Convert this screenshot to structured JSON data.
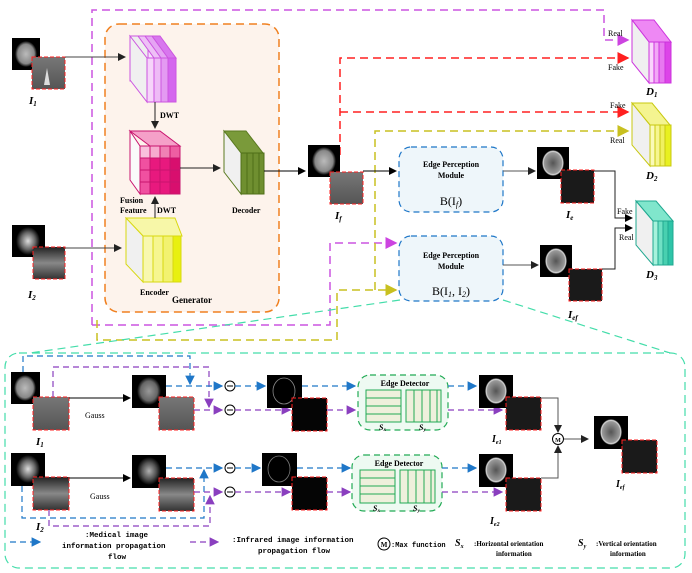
{
  "diagram": {
    "inputs": {
      "i1": {
        "label": "I",
        "sub": "1"
      },
      "i2": {
        "label": "I",
        "sub": "2"
      },
      "fused": {
        "label": "I",
        "sub": "f"
      },
      "ie": {
        "label": "I",
        "sub": "e"
      },
      "ief": {
        "label": "I",
        "sub": "ef"
      }
    },
    "generator": {
      "title": "Generator",
      "encoder": "Encoder",
      "decoder": "Decoder",
      "fusion_feature_line1": "Fusion",
      "fusion_feature_line2": "Feature",
      "dwt_top": "DWT",
      "dwt_bottom": "DWT"
    },
    "discriminators": [
      {
        "name": "D",
        "sub": "1",
        "in_top": "Real",
        "in_bottom": "Fake",
        "color": "#dd44e8"
      },
      {
        "name": "D",
        "sub": "2",
        "in_top": "Fake",
        "in_bottom": "Real",
        "color": "#e8f020"
      },
      {
        "name": "D",
        "sub": "3",
        "in_top": "Fake",
        "in_bottom": "Real",
        "color": "#2ec4a8"
      }
    ],
    "edge_modules": [
      {
        "title_line1": "Edge Perception",
        "title_line2": "Module",
        "formula": "B(I",
        "formula_sub": "f",
        "formula_end": ")"
      },
      {
        "title_line1": "Edge Perception",
        "title_line2": "Module",
        "formula": "B(I",
        "formula_sub": "1",
        "formula_mid": ", I",
        "formula_sub2": "2",
        "formula_end": ")"
      }
    ],
    "detail": {
      "gauss_label": "Gauss",
      "input1": {
        "label": "I",
        "sub": "1"
      },
      "input2": {
        "label": "I",
        "sub": "2"
      },
      "edge_detector": "Edge Detector",
      "sx": "S",
      "sx_sub": "x",
      "sy": "S",
      "sy_sub": "y",
      "ie1": {
        "label": "I",
        "sub": "e1"
      },
      "ie2": {
        "label": "I",
        "sub": "e2"
      },
      "ief": {
        "label": "I",
        "sub": "ef"
      },
      "max_symbol": "M"
    },
    "legend": {
      "medical_line1": ":Medical image",
      "medical_line2": "information propagation",
      "medical_line3": "flow",
      "infrared_line1": ":Infrared image information",
      "infrared_line2": "propagation flow",
      "max_symbol": "M",
      "max_text": ":Max  function",
      "sx_symbol": "S",
      "sx_sub": "x",
      "sx_text1": ":Horizontal orientation",
      "sx_text2": "information",
      "sy_symbol": "S",
      "sy_sub": "y",
      "sy_text1": ":Vertical orientation",
      "sy_text2": "information"
    },
    "colors": {
      "medical_flow": "#1f77c8",
      "infrared_flow": "#8a3fbf",
      "fake_flow": "#ff2020",
      "real_d1_flow": "#cc55e0",
      "real_d2_flow": "#c8c020",
      "detail_border": "#44ddaa",
      "generator_border": "#f08020",
      "generator_fill": "#fdf3ec"
    }
  }
}
